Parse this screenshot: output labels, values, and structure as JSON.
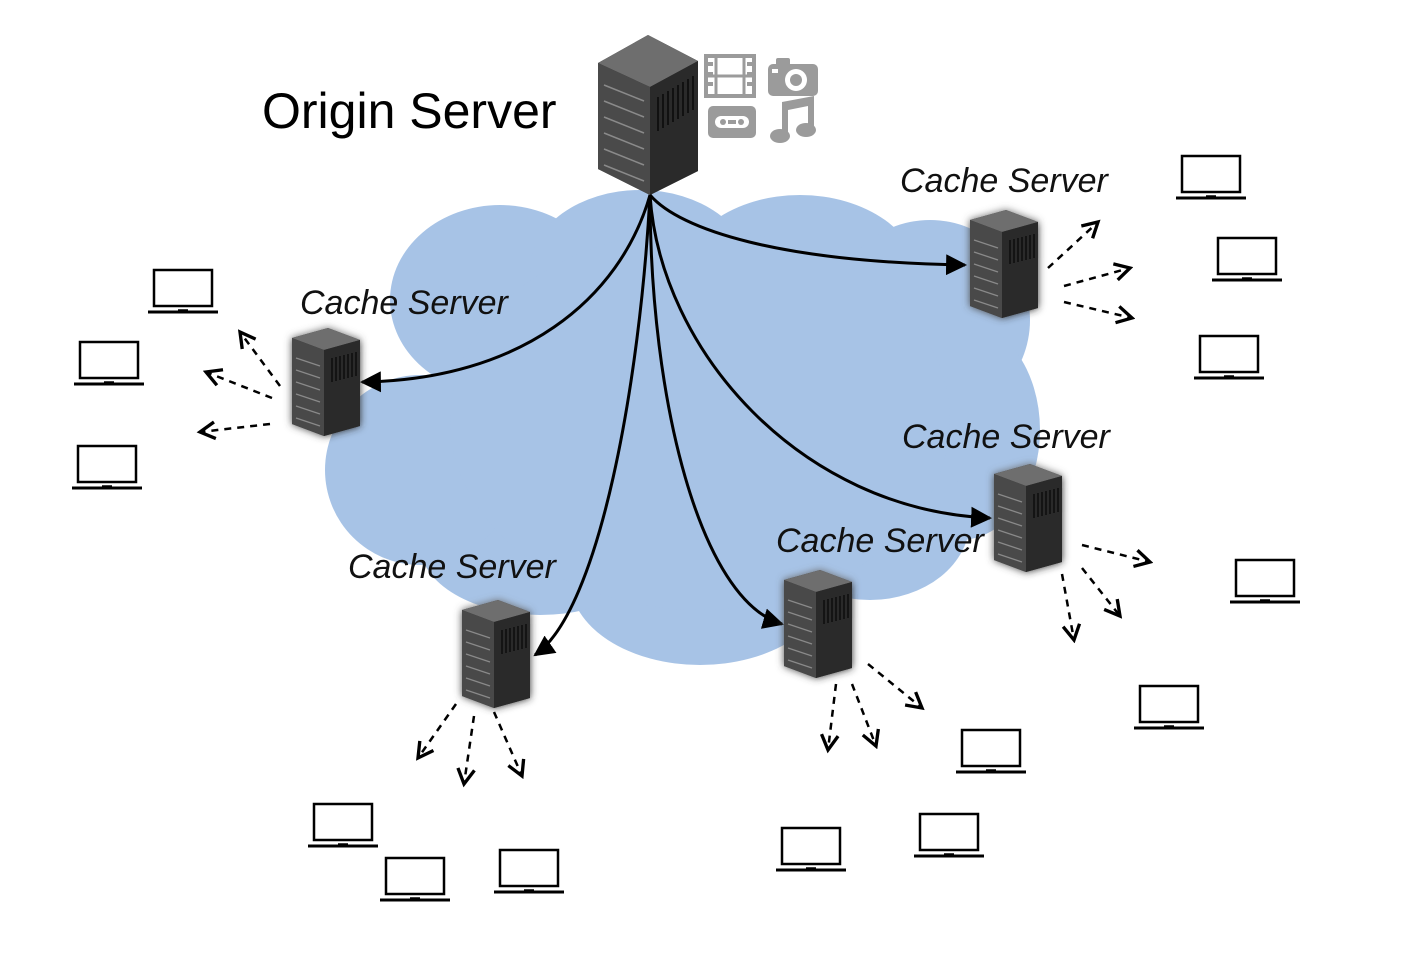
{
  "origin": {
    "title": "Origin Server",
    "media_icons": [
      "film-icon",
      "camera-icon",
      "cassette-tape-icon",
      "music-note-icon"
    ]
  },
  "cache_servers": [
    {
      "label": "Cache Server",
      "clients": 3
    },
    {
      "label": "Cache Server",
      "clients": 3
    },
    {
      "label": "Cache Server",
      "clients": 3
    },
    {
      "label": "Cache Server",
      "clients": 3
    },
    {
      "label": "Cache Server",
      "clients": 3
    }
  ],
  "colors": {
    "cloud": "#a7c3e6",
    "server_dark": "#2e2e2e",
    "server_mid": "#4a4a4a",
    "server_light": "#6e6e6e",
    "icon_gray": "#9b9b9b",
    "line": "#000000"
  }
}
